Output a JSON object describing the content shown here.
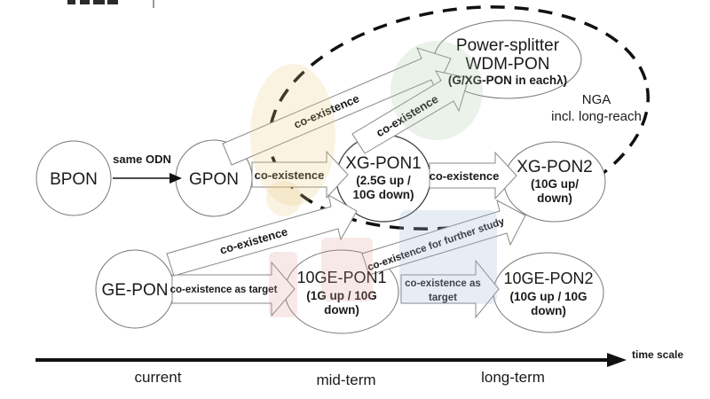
{
  "diagram": {
    "nodes": {
      "bpon": {
        "label": "BPON"
      },
      "gpon": {
        "label": "GPON"
      },
      "xgpon1": {
        "label": "XG-PON1",
        "sub1": "(2.5G up /",
        "sub2": "10G down)"
      },
      "xgpon2": {
        "label": "XG-PON2",
        "sub1": "(10G up/",
        "sub2": "down)"
      },
      "wdmpon": {
        "label1": "Power-splitter",
        "label2": "WDM-PON",
        "sub": "(G/XG-PON in eachλ)"
      },
      "gepon": {
        "label": "GE-PON"
      },
      "tengepon1": {
        "label": "10GE-PON1",
        "sub1": "(1G up / 10G",
        "sub2": "down)"
      },
      "tengepon2": {
        "label": "10GE-PON2",
        "sub1": "(10G up / 10G",
        "sub2": "down)"
      }
    },
    "region": {
      "line1": "NGA",
      "line2": "incl. long-reach"
    },
    "edges": {
      "same_odn": "same ODN",
      "coexistence": "co-existence",
      "coexistence_as_target": "co-existence as target",
      "coexistence_as_line1": "co-existence as",
      "coexistence_as_line2": "target",
      "further_study": "co-existence for further study"
    },
    "timeline": {
      "labels": [
        "current",
        "mid-term",
        "long-term"
      ],
      "axis_label": "time scale"
    },
    "colors": {
      "outline": "#777777",
      "dark_outline": "#333333",
      "dashed_region": "#111111",
      "watermark_yellow": "#e8c87a",
      "watermark_green": "#9fc49f",
      "watermark_blue": "#9db8d6",
      "watermark_red": "#e09a9a"
    }
  }
}
